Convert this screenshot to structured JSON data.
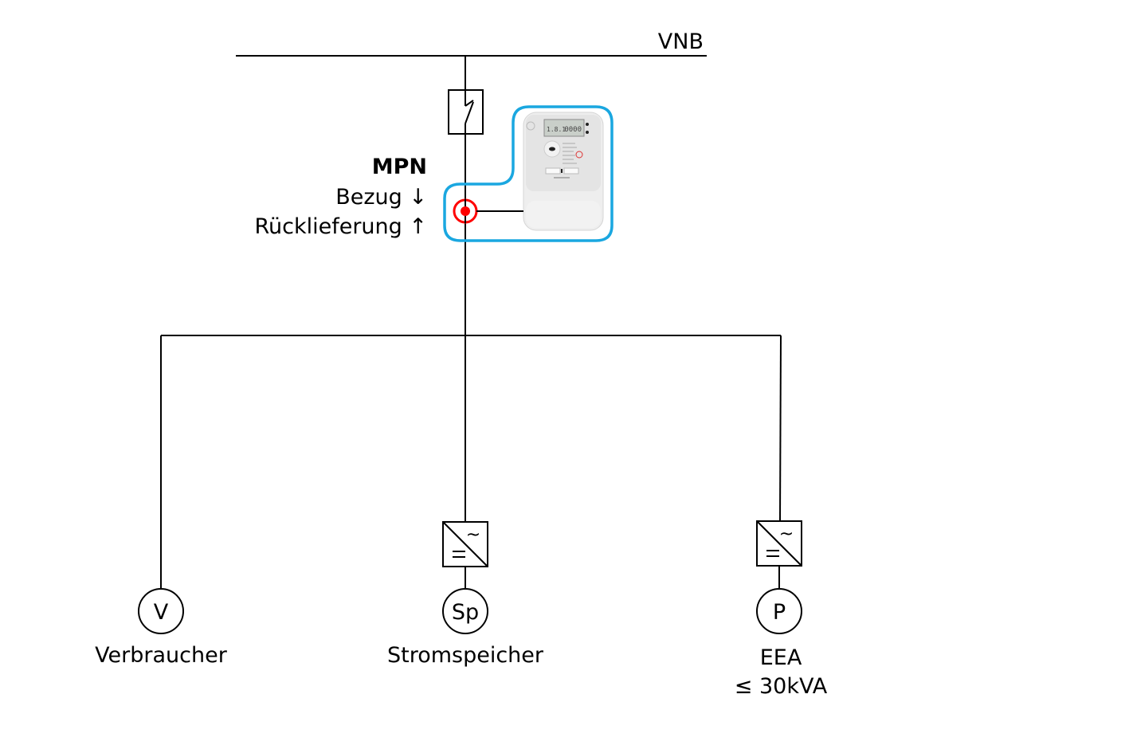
{
  "grid": {
    "label": "VNB"
  },
  "metering_point": {
    "title": "MPN",
    "line1": "Bezug ↓",
    "line2": "Rücklieferung ↑"
  },
  "meter": {
    "icon": "smart-meter-icon",
    "display_left": "1.8.1",
    "display_right": "0000"
  },
  "branches": [
    {
      "id": "verbraucher",
      "symbol": "V",
      "label": "Verbraucher",
      "sublabel": "",
      "has_inverter": false
    },
    {
      "id": "stromspeicher",
      "symbol": "Sp",
      "label": "Stromspeicher",
      "sublabel": "",
      "has_inverter": true
    },
    {
      "id": "eea",
      "symbol": "P",
      "label": "EEA",
      "sublabel": "≤ 30kVA",
      "has_inverter": true
    }
  ],
  "inverter": {
    "ac_glyph": "~",
    "dc_glyph": "="
  },
  "colors": {
    "line": "#000000",
    "highlight": "#1aa7e0",
    "measure_point": "#ff0000"
  }
}
